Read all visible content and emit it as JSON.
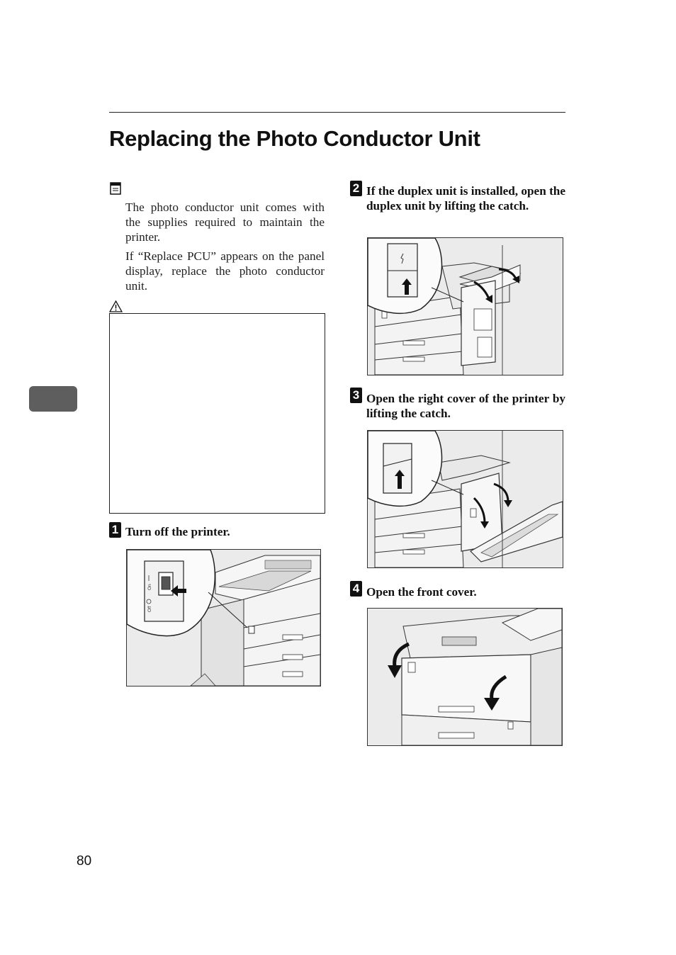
{
  "page": {
    "title": "Replacing the Photo Conductor Unit",
    "page_number": "80",
    "chapter_tab_color": "#5e5e5e"
  },
  "note": {
    "icon": "note-icon",
    "paragraphs": [
      "The photo conductor unit comes with the supplies required to maintain the printer.",
      "If “Replace PCU” appears on the panel display, replace the photo conductor unit."
    ]
  },
  "caution": {
    "icon": "warning-triangle-icon"
  },
  "steps": [
    {
      "number": "1",
      "text": "Turn off the printer."
    },
    {
      "number": "2",
      "text": "If the duplex unit is installed, open the duplex unit by lifting the catch."
    },
    {
      "number": "3",
      "text": "Open the right cover of the printer by lifting the catch."
    },
    {
      "number": "4",
      "text": "Open the front cover."
    }
  ],
  "figures": {
    "power_switch": {
      "labels": [
        "On",
        "Off"
      ]
    }
  }
}
